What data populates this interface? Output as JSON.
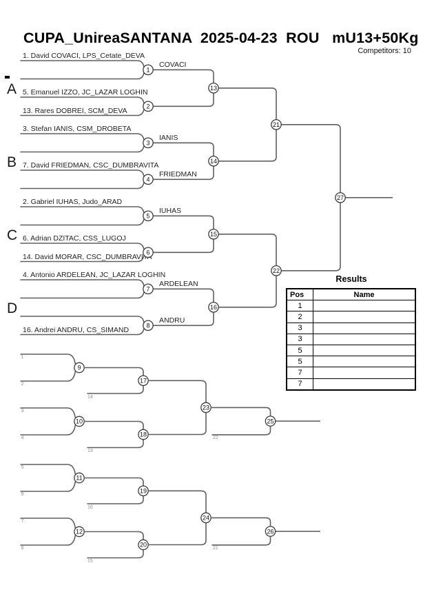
{
  "header": {
    "title": "CUPA_UnireaSANTANA  2025-04-23  ROU   mU13+50Kg",
    "competitors": "Competitors: 10"
  },
  "main_bracket": {
    "group_letters": [
      "A",
      "B",
      "C",
      "D"
    ],
    "slots": [
      {
        "slot": 0,
        "text": "1. David COVACI, LPS_Cetate_DEVA"
      },
      {
        "slot": 2,
        "text": "5. Emanuel IZZO, JC_LAZAR LOGHIN"
      },
      {
        "slot": 3,
        "text": "13. Rares DOBREI, SCM_DEVA"
      },
      {
        "slot": 4,
        "text": "3. Stefan IANIS, CSM_DROBETA"
      },
      {
        "slot": 6,
        "text": "7. David FRIEDMAN, CSC_DUMBRAVITA"
      },
      {
        "slot": 8,
        "text": "2. Gabriel IUHAS, Judo_ARAD"
      },
      {
        "slot": 10,
        "text": "6. Adrian DZITAC, CSS_LUGOJ"
      },
      {
        "slot": 11,
        "text": "14. David MORAR, CSC_DUMBRAVITA"
      },
      {
        "slot": 12,
        "text": "4. Antonio ARDELEAN, JC_LAZAR LOGHIN"
      },
      {
        "slot": 15,
        "text": "16. Andrei ANDRU, CS_SIMAND"
      }
    ],
    "round1_matches": [
      {
        "num": "1",
        "winner": "COVACI"
      },
      {
        "num": "2",
        "winner": ""
      },
      {
        "num": "3",
        "winner": "IANIS"
      },
      {
        "num": "4",
        "winner": "FRIEDMAN"
      },
      {
        "num": "5",
        "winner": "IUHAS"
      },
      {
        "num": "6",
        "winner": ""
      },
      {
        "num": "7",
        "winner": "ARDELEAN"
      },
      {
        "num": "8",
        "winner": "ANDRU"
      }
    ],
    "round2_matches": [
      "13",
      "14",
      "15",
      "16"
    ],
    "semi_matches": [
      "21",
      "22"
    ],
    "final_match": "27"
  },
  "repechage": {
    "pools": [
      {
        "input_labels": [
          "1",
          "2",
          "3",
          "4"
        ],
        "r1_matches": [
          "9",
          "10"
        ],
        "feed_labels": [
          "14",
          "13"
        ],
        "r2_matches": [
          "17",
          "18"
        ],
        "semi_match": "23",
        "semi_feed_label": "22",
        "final_match": "25"
      },
      {
        "input_labels": [
          "5",
          "6",
          "7",
          "8"
        ],
        "r1_matches": [
          "11",
          "12"
        ],
        "feed_labels": [
          "16",
          "15"
        ],
        "r2_matches": [
          "19",
          "20"
        ],
        "semi_match": "24",
        "semi_feed_label": "21",
        "final_match": "26"
      }
    ]
  },
  "results": {
    "title": "Results",
    "columns": [
      "Pos",
      "Name"
    ],
    "rows": [
      {
        "pos": "1",
        "name": ""
      },
      {
        "pos": "2",
        "name": ""
      },
      {
        "pos": "3",
        "name": ""
      },
      {
        "pos": "3",
        "name": ""
      },
      {
        "pos": "5",
        "name": ""
      },
      {
        "pos": "5",
        "name": ""
      },
      {
        "pos": "7",
        "name": ""
      },
      {
        "pos": "7",
        "name": ""
      }
    ]
  }
}
